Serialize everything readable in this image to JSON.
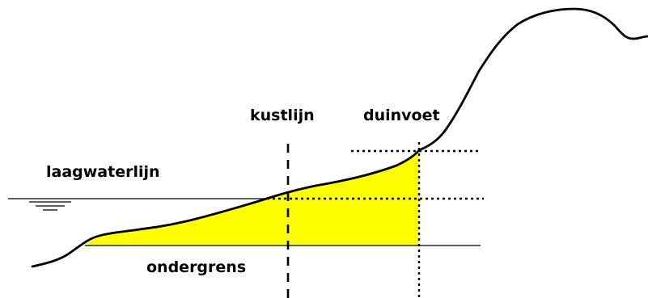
{
  "labels": {
    "kustlijn": "kustlijn",
    "duinvoet": "duinvoet",
    "laagwaterlijn": "laagwaterlijn",
    "ondergrens": "ondergrens"
  },
  "colors": {
    "fill": "#ffff00",
    "line": "#000000",
    "background": "#ffffff"
  }
}
